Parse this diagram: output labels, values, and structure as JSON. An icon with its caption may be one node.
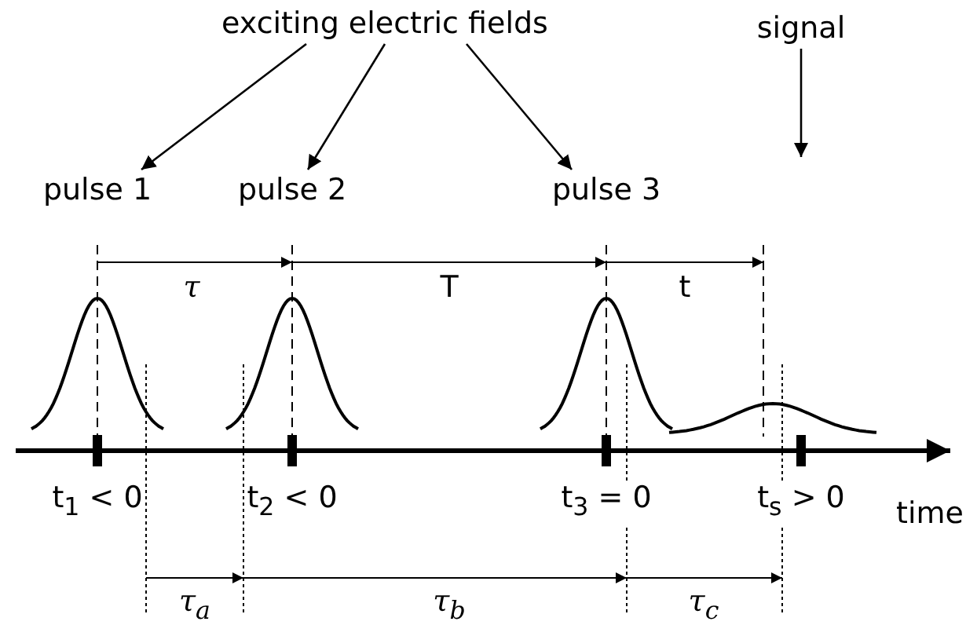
{
  "diagram": {
    "nodes": [
      {
        "text": [
          "exciting electric fields"
        ]
      },
      {
        "text": [
          "pulse 1"
        ]
      },
      {
        "text": [
          "pulse 2"
        ]
      },
      {
        "text": [
          "pulse 3"
        ]
      },
      {
        "text": [
          "signal"
        ]
      }
    ],
    "edges": [
      {
        "from": 0,
        "to": 1,
        "arrow": "to"
      },
      {
        "from": 0,
        "to": 2,
        "arrow": "to"
      },
      {
        "from": 0,
        "to": 3,
        "arrow": "to"
      },
      {
        "from": 4,
        "to": null,
        "arrow": "to"
      }
    ],
    "labels": [
      "τ",
      "T",
      "t",
      "t$_{1}$ < 0",
      "t$_{2}$ < 0",
      "t$_{3}$ = 0",
      "t$_{s}$ > 0",
      "time",
      "τ$_{a}$",
      "τ$_{b}$",
      "τ$_{c}$"
    ]
  }
}
